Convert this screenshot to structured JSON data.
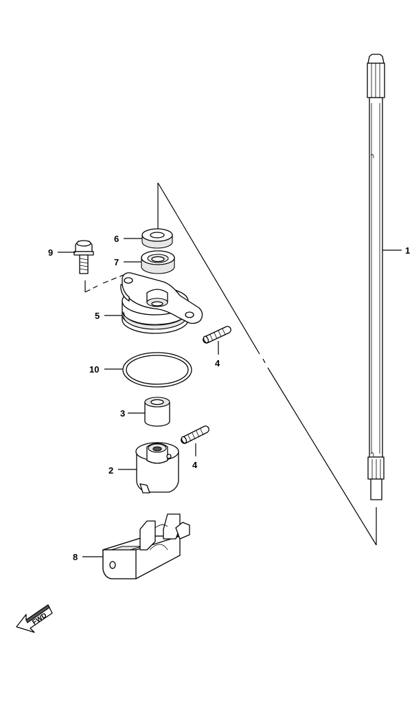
{
  "callouts": {
    "p1": "1",
    "p2": "2",
    "p3": "3",
    "p4a": "4",
    "p4b": "4",
    "p5": "5",
    "p6": "6",
    "p7": "7",
    "p8": "8",
    "p9": "9",
    "p10": "10"
  },
  "fwd_label": "FWD"
}
